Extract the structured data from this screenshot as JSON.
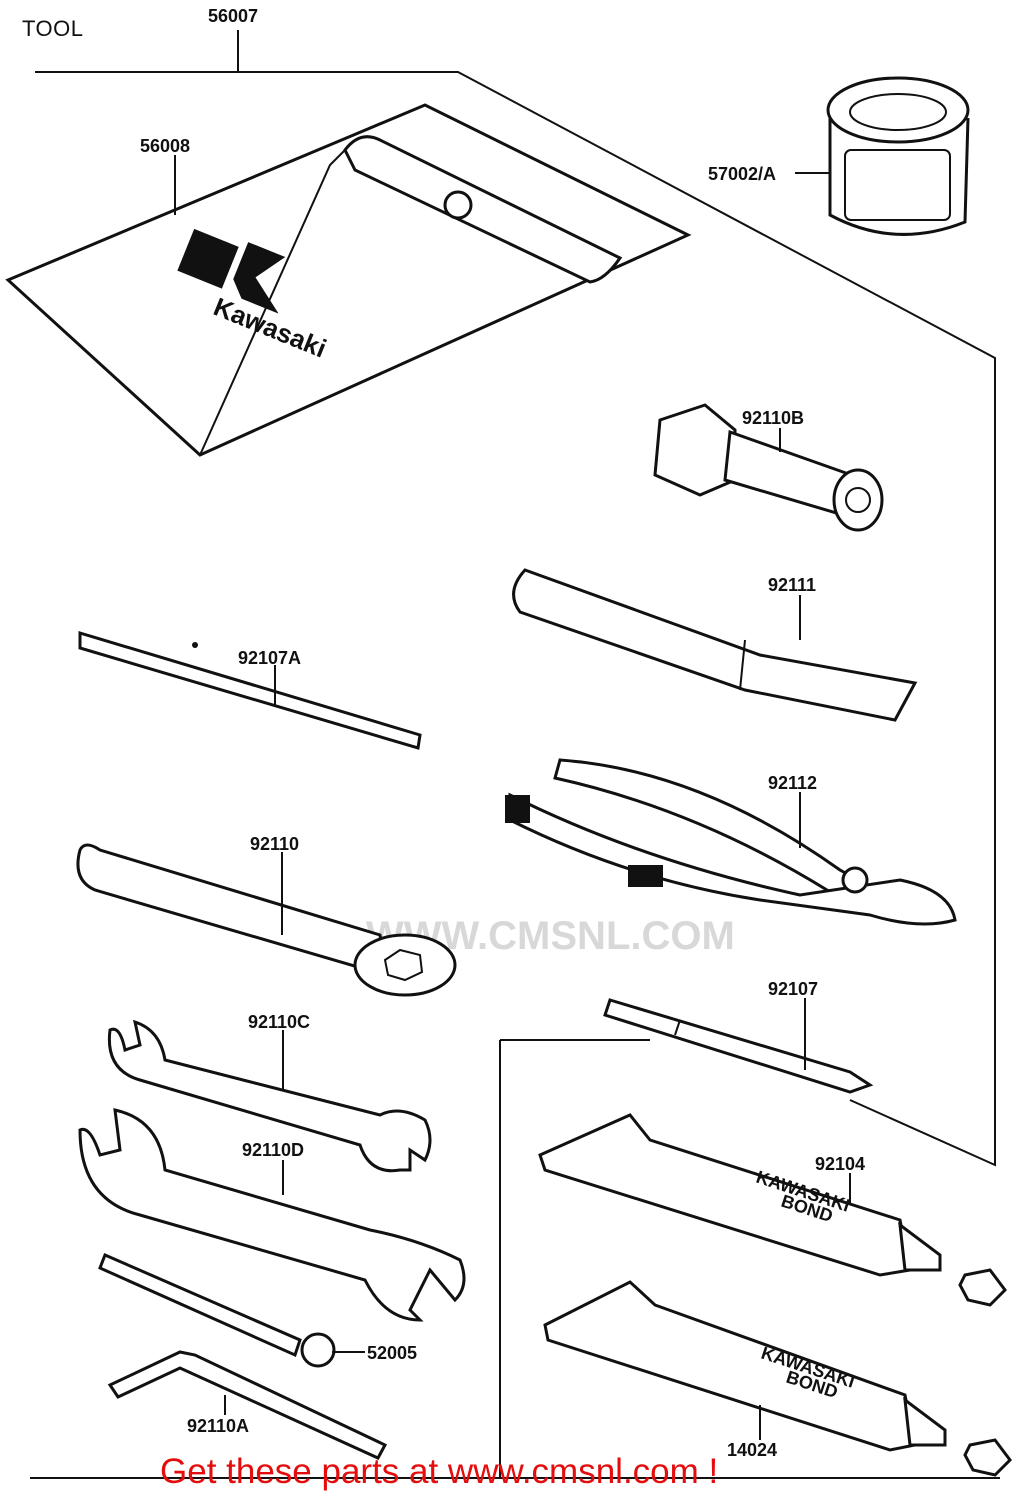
{
  "title": "TOOL",
  "footer": "Get these parts at www.cmsnl.com !",
  "watermark": "WWW.CMSNL.COM",
  "logo_text": "Kawasaki",
  "bond_text_line1": "KAWASAKI",
  "bond_text_line2": "BOND",
  "colors": {
    "footer": "#e30d0d",
    "ink": "#111111",
    "watermark": "#d8d8d8"
  },
  "parts": {
    "kit": "56007",
    "pouch": "56008",
    "can": "57002/A",
    "box_wrench_b": "92110B",
    "handle": "92111",
    "screwdriver_a": "92107A",
    "pliers": "92112",
    "box_wrench": "92110",
    "screwdriver": "92107",
    "wrench_c": "92110C",
    "wrench_d": "92110D",
    "bond_92104": "92104",
    "pin_52005": "52005",
    "hex_wrench": "92110A",
    "bond_14024": "14024"
  }
}
